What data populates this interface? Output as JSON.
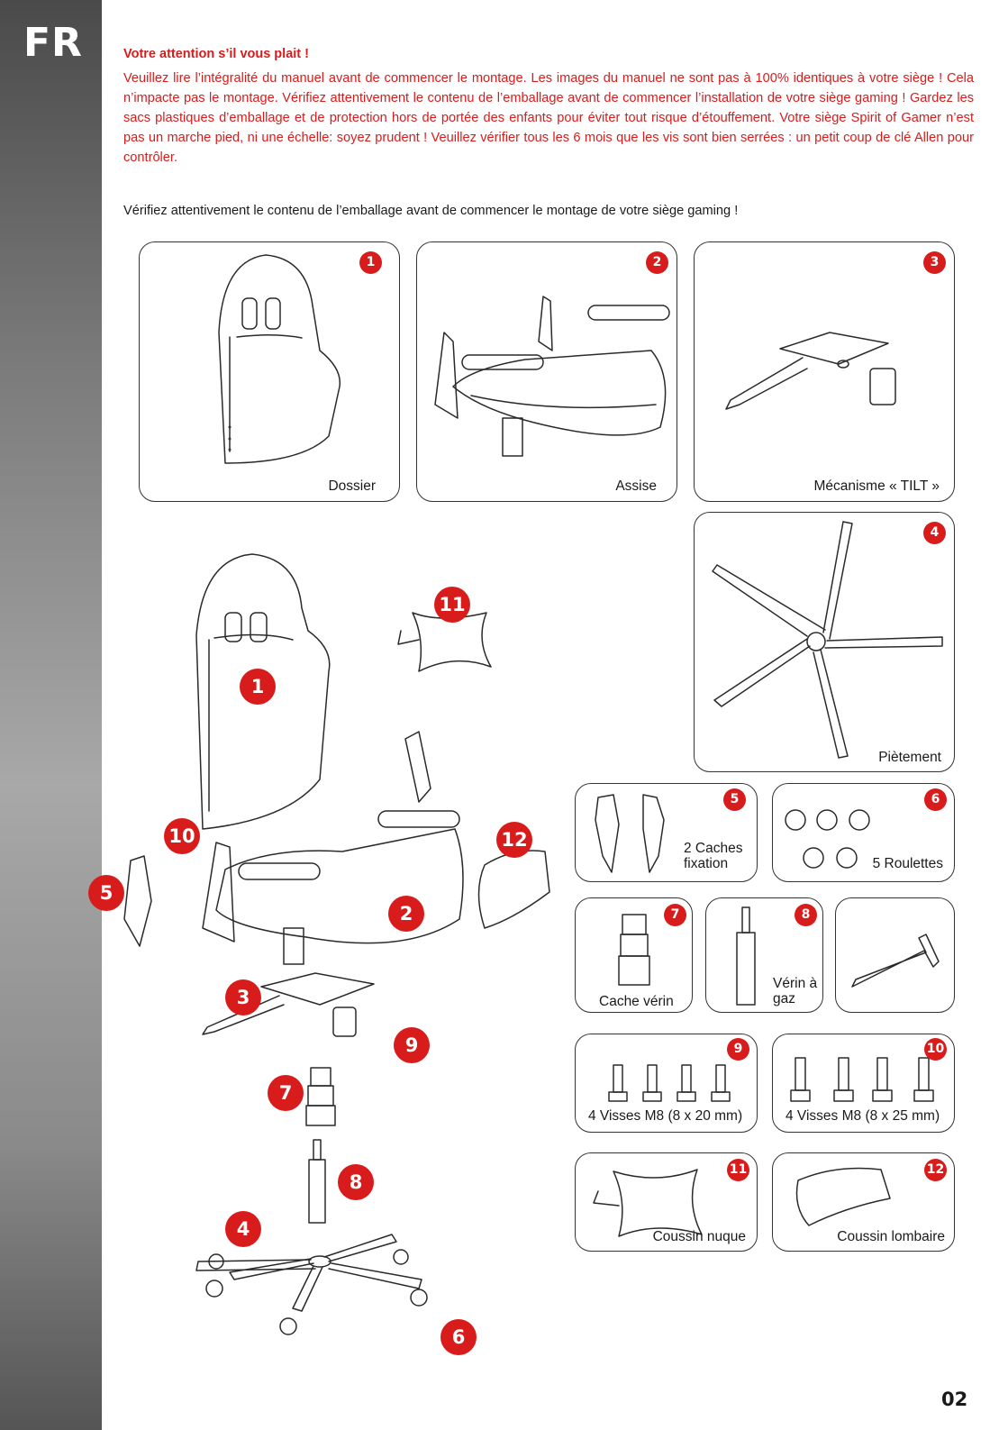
{
  "lang": "FR",
  "warning": {
    "title": "Votre attention s’il vous plait !",
    "text": "Veuillez lire l’intégralité du manuel avant de commencer le montage. Les images du manuel ne sont pas à 100% identiques à votre siège ! Cela n’impacte pas le montage. Vérifiez attentivement le contenu de l’emballage avant de commencer l’installation de votre siège gaming ! Gardez les sacs plastiques d’emballage et de protection hors de portée des enfants pour éviter tout risque d’étouffement. Votre siège Spirit of Gamer n’est pas un marche pied, ni une échelle: soyez prudent ! Veuillez vérifier tous les 6 mois que les vis sont bien serrées : un petit coup de clé Allen pour contrôler."
  },
  "verify_text": "Vérifiez attentivement le contenu de l’emballage avant de commencer le montage de votre siège gaming !",
  "parts": [
    {
      "num": "1",
      "label": "Dossier"
    },
    {
      "num": "2",
      "label": "Assise"
    },
    {
      "num": "3",
      "label": "Mécanisme « TILT »"
    },
    {
      "num": "4",
      "label": "Piètement"
    },
    {
      "num": "5",
      "label": "2 Caches fixation"
    },
    {
      "num": "6",
      "label": "5 Roulettes"
    },
    {
      "num": "7",
      "label": "Cache vérin"
    },
    {
      "num": "8",
      "label": "Vérin à gaz"
    },
    {
      "num": "9",
      "label": "4 Visses M8 (8 x 20 mm)"
    },
    {
      "num": "10",
      "label": "4 Visses M8 (8 x 25 mm)"
    },
    {
      "num": "11",
      "label": "Coussin nuque"
    },
    {
      "num": "12",
      "label": "Coussin lombaire"
    }
  ],
  "page_number": "02",
  "colors": {
    "accent": "#d81c1c",
    "sidebar": "#7a7a7a"
  }
}
